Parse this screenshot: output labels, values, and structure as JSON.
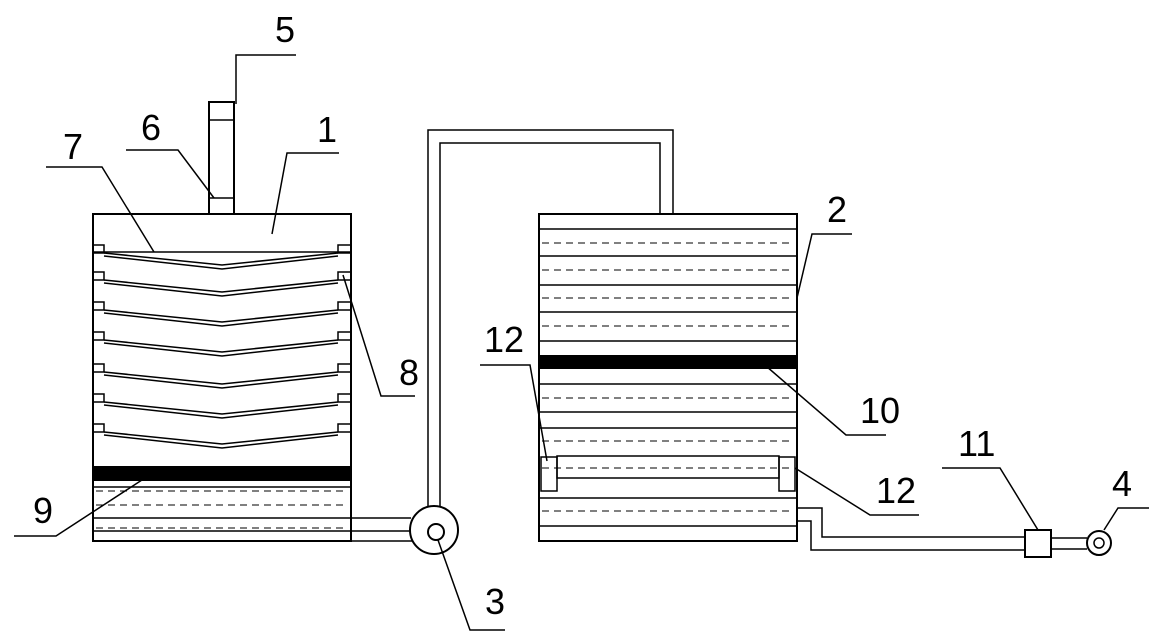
{
  "labels": {
    "tank_1": "1",
    "tank_2": "2",
    "pump_3": "3",
    "outlet_4": "4",
    "pipe_5": "5",
    "joint_6": "6",
    "tray_7": "7",
    "tray_edge_8": "8",
    "layer_9": "9",
    "layer_10": "10",
    "valve_11": "11",
    "fitting_12_left": "12",
    "fitting_12_right": "12"
  }
}
